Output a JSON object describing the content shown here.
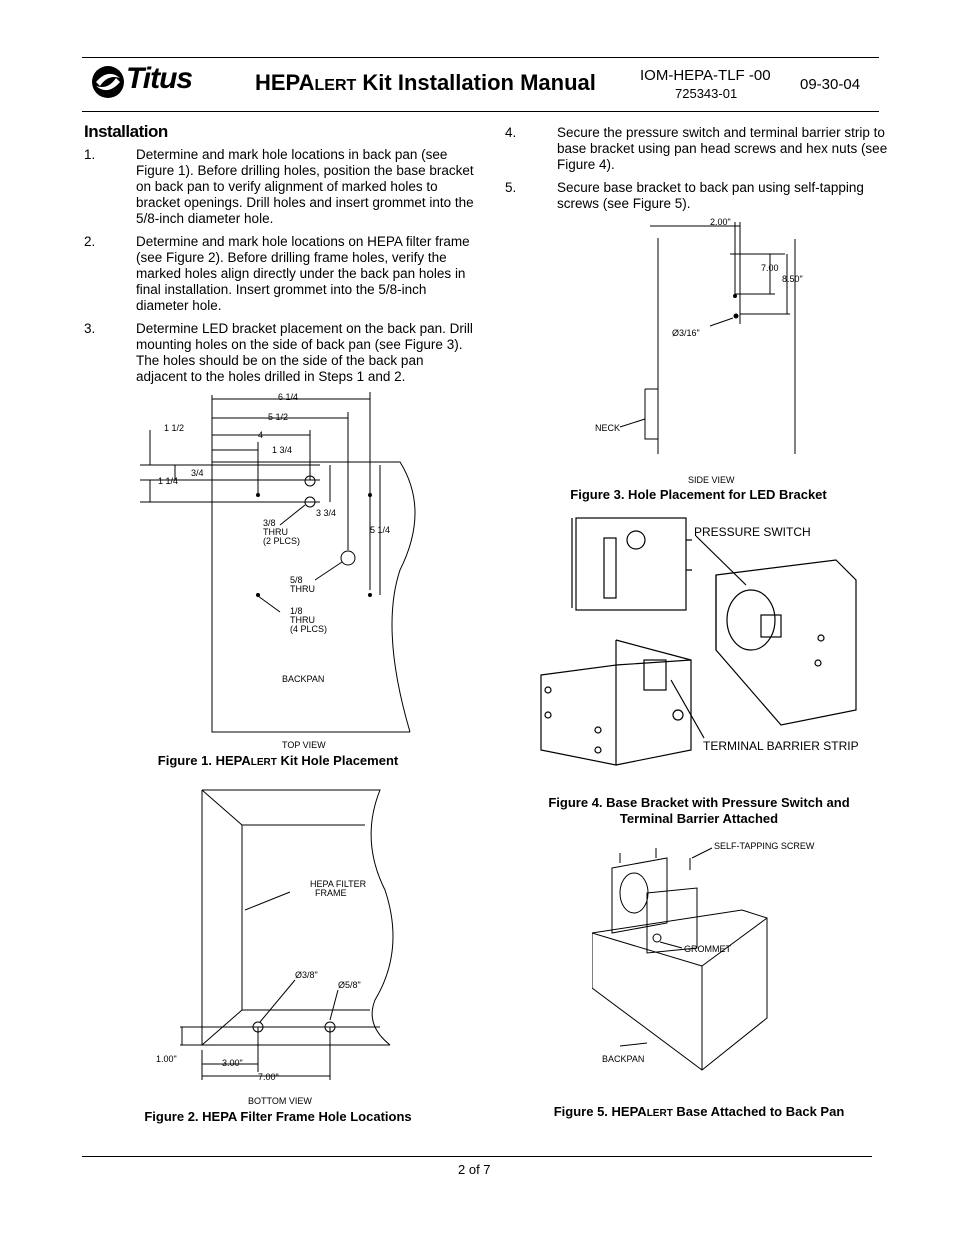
{
  "header": {
    "logo_text": "Titus",
    "title_prefix": "HEPA",
    "title_small": "LERT",
    "title_suffix": " Kit Installation Manual",
    "doc_number": "IOM-HEPA-TLF -00",
    "part_number": "725343-01",
    "date": "09-30-04"
  },
  "section_heading": "Installation",
  "steps": [
    {
      "num": "1.",
      "text": "Determine and mark hole locations in back pan (see Figure 1). Before drilling holes, position the base bracket on back pan to verify alignment of marked holes to bracket openings. Drill holes and insert grommet into the 5/8-inch diameter hole."
    },
    {
      "num": "2.",
      "text": "Determine and mark hole locations on HEPA filter frame (see Figure 2). Before drilling frame holes, verify the marked holes align directly under the back pan holes in final installation. Insert grommet into the 5/8-inch diameter hole."
    },
    {
      "num": "3.",
      "text": "Determine LED bracket placement on the back pan. Drill mounting holes on the side of back pan (see Figure 3). The holes should be on the side of the back pan adjacent to the holes drilled in Steps 1 and 2."
    },
    {
      "num": "4.",
      "text": "Secure the pressure switch and terminal barrier strip to base bracket using pan head screws and hex nuts (see Figure 4)."
    },
    {
      "num": "5.",
      "text": "Secure base bracket to back pan using self-tapping screws (see Figure 5)."
    }
  ],
  "figures": {
    "fig1": {
      "caption_prefix": "Figure 1. HEPA",
      "caption_small": "LERT",
      "caption_suffix": " Kit Hole Placement",
      "labels": {
        "d1": "6 1/4",
        "d2": "5 1/2",
        "d3": "1 1/2",
        "d4": "4",
        "d5": "1 3/4",
        "d6": "3/4",
        "d7": "1 1/4",
        "d8": "3 3/4",
        "d9": "5 1/4",
        "n1a": "3/8",
        "n1b": "THRU",
        "n1c": "(2 PLCS)",
        "n2a": "5/8",
        "n2b": "THRU",
        "n3a": "1/8",
        "n3b": "THRU",
        "n3c": "(4 PLCS)",
        "part": "BACKPAN",
        "view": "TOP VIEW"
      }
    },
    "fig2": {
      "caption": "Figure 2. HEPA Filter Frame Hole Locations",
      "labels": {
        "frame1": "HEPA FILTER",
        "frame2": "FRAME",
        "h1": "Ø3/8\"",
        "h2": "Ø5/8\"",
        "y": "1.00\"",
        "x1": "3.00\"",
        "x2": "7.00\"",
        "view": "BOTTOM VIEW"
      }
    },
    "fig3": {
      "caption": "Figure 3. Hole Placement for LED Bracket",
      "labels": {
        "d1": "2.00\"",
        "d2": "7.00",
        "d3": "8.50\"",
        "hole": "Ø3/16\"",
        "neck": "NECK",
        "view": "SIDE VIEW"
      }
    },
    "fig4": {
      "caption_line1": "Figure 4. Base Bracket with Pressure Switch and",
      "caption_line2": "Terminal Barrier Attached",
      "labels": {
        "ps": "PRESSURE SWITCH",
        "tbs": "TERMINAL BARRIER STRIP"
      }
    },
    "fig5": {
      "caption_prefix": "Figure 5. HEPA",
      "caption_small": "LERT",
      "caption_suffix": " Base Attached to Back Pan",
      "labels": {
        "screw": "SELF-TAPPING SCREW",
        "grommet": "GROMMET",
        "backpan": "BACKPAN"
      }
    }
  },
  "footer": {
    "page": "2 of 7"
  }
}
